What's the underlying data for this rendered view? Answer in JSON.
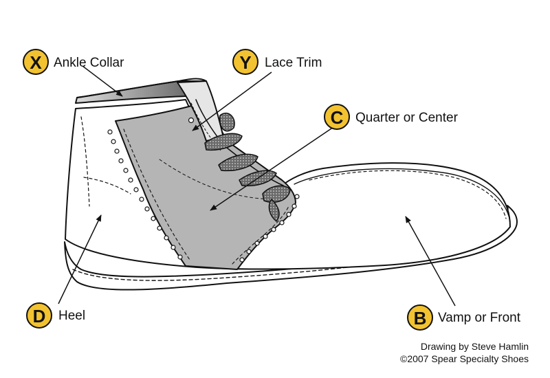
{
  "labels": [
    {
      "key": "X",
      "badge": "X",
      "text": "Ankle Collar"
    },
    {
      "key": "Y",
      "badge": "Y",
      "text": "Lace Trim"
    },
    {
      "key": "C",
      "badge": "C",
      "text": "Quarter or Center"
    },
    {
      "key": "D",
      "badge": "D",
      "text": "Heel"
    },
    {
      "key": "B",
      "badge": "B",
      "text": "Vamp or Front"
    }
  ],
  "credit": {
    "line1": "Drawing by Steve Hamlin",
    "line2": "©2007 Spear Specialty Shoes"
  },
  "colors": {
    "badge_fill": "#f2c230",
    "quarter_fill": "#b5b5b5",
    "outline": "#111111"
  }
}
